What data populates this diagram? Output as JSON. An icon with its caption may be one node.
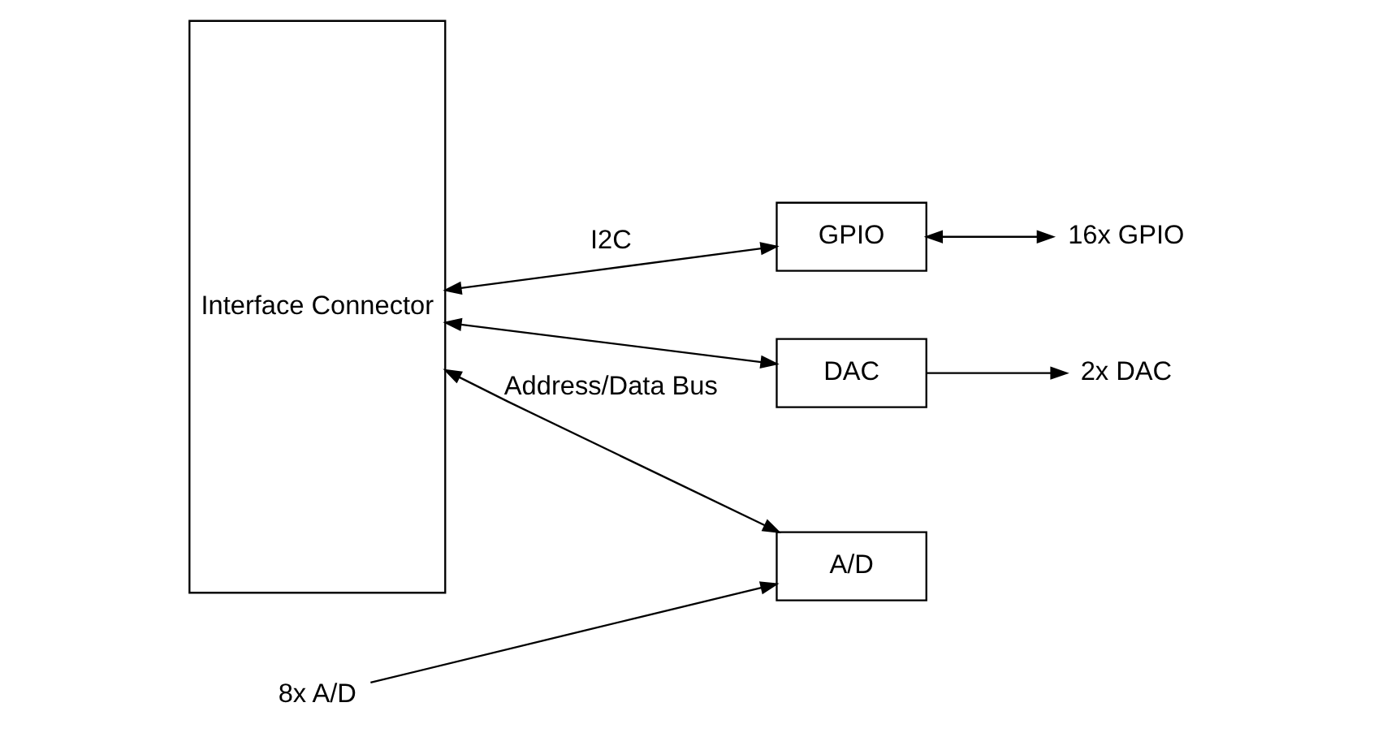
{
  "diagram": {
    "nodes": [
      {
        "text": [
          "Interface Connector"
        ]
      },
      {
        "text": [
          "GPIO"
        ]
      },
      {
        "text": [
          "DAC"
        ]
      },
      {
        "text": [
          "A/D"
        ]
      },
      {
        "text": [
          "16x GPIO"
        ]
      },
      {
        "text": [
          "2x DAC"
        ]
      },
      {
        "text": [
          "8x A/D"
        ]
      }
    ],
    "edges": [
      {
        "from": 0,
        "to": 1,
        "arrow": "both",
        "label": "I2C"
      },
      {
        "from": 0,
        "to": 2,
        "arrow": "both"
      },
      {
        "from": 1,
        "to": 4,
        "arrow": "both"
      },
      {
        "from": 2,
        "to": 5,
        "arrow": "to"
      },
      {
        "from": 0,
        "to": 3,
        "arrow": "both",
        "label": "Address/Data Bus"
      },
      {
        "from": 6,
        "to": 3,
        "arrow": "to"
      }
    ]
  }
}
